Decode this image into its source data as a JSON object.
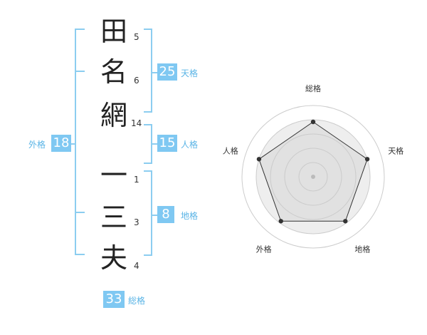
{
  "name": {
    "chars": [
      {
        "char": "田",
        "strokes": "5"
      },
      {
        "char": "名",
        "strokes": "6"
      },
      {
        "char": "網",
        "strokes": "14"
      },
      {
        "char": "一",
        "strokes": "1"
      },
      {
        "char": "三",
        "strokes": "3"
      },
      {
        "char": "夫",
        "strokes": "4"
      }
    ]
  },
  "fortune": {
    "tenkaku": {
      "value": "25",
      "label": "天格"
    },
    "jinkaku": {
      "value": "15",
      "label": "人格"
    },
    "chikaku": {
      "value": "8",
      "label": "地格"
    },
    "gaikaku": {
      "value": "18",
      "label": "外格"
    },
    "soukaku": {
      "value": "33",
      "label": "総格"
    }
  },
  "radar": {
    "axes": [
      "総格",
      "天格",
      "地格",
      "外格",
      "人格"
    ],
    "values": [
      0.77,
      0.8,
      0.77,
      0.77,
      0.8
    ],
    "colors": {
      "ring_fill": "#eeeeee",
      "ring_stroke": "#cccccc",
      "line": "#333333",
      "dot": "#333333",
      "center": "#bbbbbb"
    }
  }
}
